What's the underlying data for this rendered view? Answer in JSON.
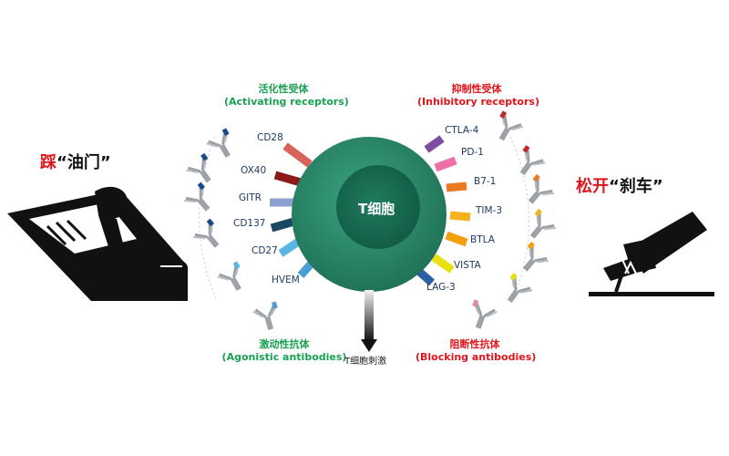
{
  "titles": {
    "left_main": "踩",
    "left_quote": "“油门”",
    "right_main": "松开",
    "right_quote": "“刹车”"
  },
  "groups": {
    "activating_cn": "活化性受体",
    "activating_en": "(Activating receptors)",
    "inhibitory_cn": "抑制性受体",
    "inhibitory_en": "(Inhibitory receptors)",
    "agonistic_cn": "激动性抗体",
    "agonistic_en": "(Agonistic antibodies)",
    "blocking_cn": "阻断性抗体",
    "blocking_en": "(Blocking antibodies)"
  },
  "cell": {
    "label": "T细胞",
    "stimulation": "T细胞刺激"
  },
  "activating_receptors": [
    {
      "name": "CD28",
      "color": "#d9635b"
    },
    {
      "name": "OX40",
      "color": "#8c1a1a"
    },
    {
      "name": "GITR",
      "color": "#8fa0d0"
    },
    {
      "name": "CD137",
      "color": "#1b4660"
    },
    {
      "name": "CD27",
      "color": "#5ab5e0"
    },
    {
      "name": "HVEM",
      "color": "#4c9fd5"
    }
  ],
  "inhibitory_receptors": [
    {
      "name": "CTLA-4",
      "color": "#7e4fa0"
    },
    {
      "name": "PD-1",
      "color": "#ef6fa8"
    },
    {
      "name": "B7-1",
      "color": "#e97a22"
    },
    {
      "name": "TIM-3",
      "color": "#f4b221"
    },
    {
      "name": "BTLA",
      "color": "#f2a10c"
    },
    {
      "name": "VISTA",
      "color": "#e8e010"
    },
    {
      "name": "LAG-3",
      "color": "#2d5ea8"
    }
  ],
  "colors": {
    "cell_outer": "#2d8a6a",
    "cell_inner": "#176a52",
    "activating_text": "#1aa152",
    "inhibitory_text": "#e0141a",
    "antibody_gray": "#9aa0a6"
  },
  "icons": {
    "left": "gear-shift-accelerator-icon",
    "right": "foot-brake-pedal-icon",
    "antibody": "y-shaped-antibody-icon"
  }
}
